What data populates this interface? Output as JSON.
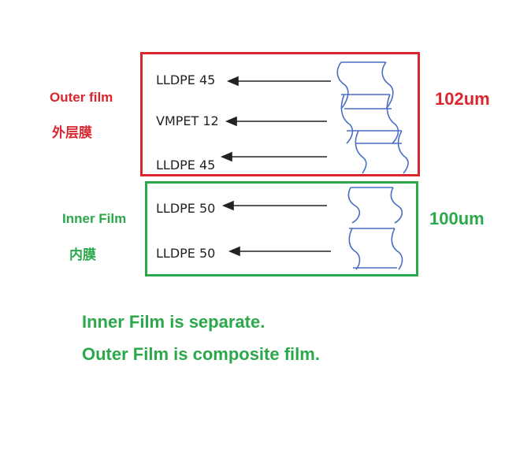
{
  "outer": {
    "label": "Outer film",
    "label_cn": "外层膜",
    "thickness": "102um",
    "layers": [
      "LLDPE 45",
      "VMPET 12",
      "LLDPE 45"
    ],
    "color": "#d9262e"
  },
  "inner": {
    "label": "Inner Film",
    "label_cn": "内膜",
    "thickness": "100um",
    "layers": [
      "LLDPE 50",
      "LLDPE 50"
    ],
    "color": "#2aa84a"
  },
  "notes": [
    "Inner Film is separate.",
    "Outer Film is composite film."
  ],
  "colors": {
    "film_stroke": "#4a6fc4",
    "arrow": "#222222",
    "outer_box": "#d9262e",
    "inner_box": "#2aa84a"
  }
}
